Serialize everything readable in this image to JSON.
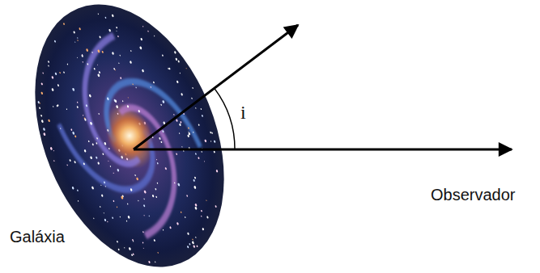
{
  "diagram": {
    "labels": [
      "i",
      "Galáxia",
      "Observador"
    ]
  }
}
